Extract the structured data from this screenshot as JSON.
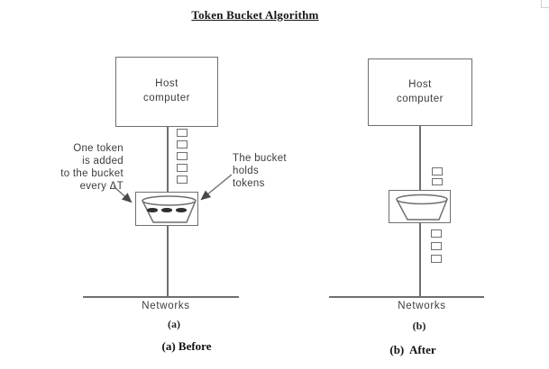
{
  "title": "Token Bucket Algorithm",
  "diagram_a": {
    "host_label": "Host\ncomputer",
    "annotation_left": "One token\nis added\nto the bucket\nevery ΔT",
    "annotation_right": "The bucket\nholds\ntokens",
    "network_label": "Networks",
    "sublabel": "(a)",
    "caption": "(a) Before",
    "tokens_on_wire": 5,
    "tokens_in_bucket": 3
  },
  "diagram_b": {
    "host_label": "Host\ncomputer",
    "network_label": "Networks",
    "sublabel": "(b)",
    "caption": "(b)  After",
    "tokens_above_bucket": 2,
    "tokens_below_bucket": 3,
    "tokens_in_bucket": 0
  },
  "colors": {
    "stroke": "#6f6f6f",
    "label_text": "#3c3c3c",
    "heading_text": "#151515",
    "token_dash": "#2f2f2f"
  }
}
